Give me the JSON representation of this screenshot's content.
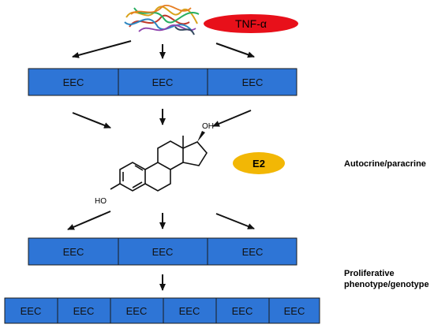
{
  "tnf_label": "TNF-α",
  "e2_label": "E2",
  "rows": {
    "top": [
      "EEC",
      "EEC",
      "EEC"
    ],
    "middle": [
      "EEC",
      "EEC",
      "EEC"
    ],
    "bottom": [
      "EEC",
      "EEC",
      "EEC",
      "EEC",
      "EEC",
      "EEC"
    ]
  },
  "molecule": {
    "oh_top": "OH",
    "ho_left": "HO"
  },
  "side_labels": {
    "autocrine": "Autocrine/paracrine",
    "proliferative_line1": "Proliferative",
    "proliferative_line2": "phenotype/genotype"
  },
  "colors": {
    "cell_fill": "#2e75d6",
    "cell_border": "#1a1a1a",
    "tnf_badge": "#e8101a",
    "e2_badge": "#f2b705",
    "arrow": "#111111"
  },
  "icons": {
    "protein": "tnf-protein-structure-icon"
  }
}
